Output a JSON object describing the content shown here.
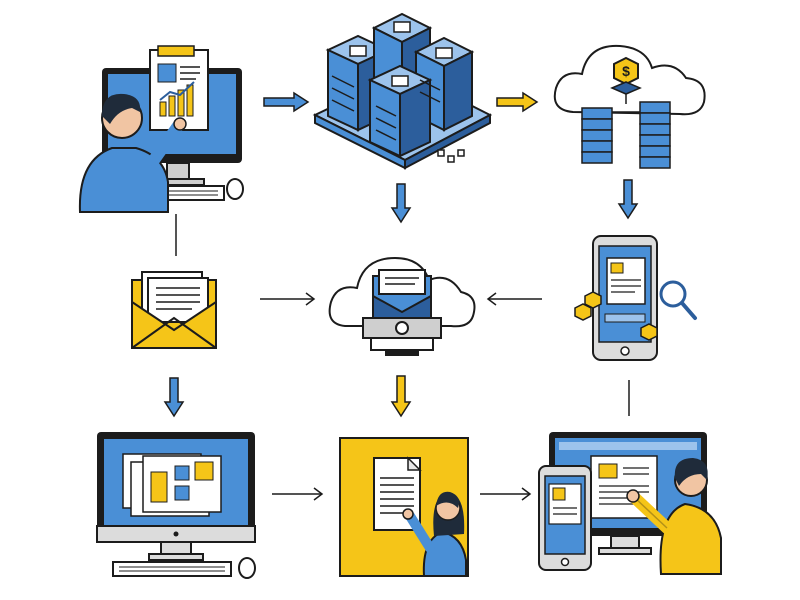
{
  "diagram": {
    "title": "",
    "colors": {
      "blue": "#4a8fd6",
      "blue_light": "#9cc3ec",
      "blue_dark": "#2c5e9c",
      "yellow": "#f5c518",
      "outline": "#1c1c1c",
      "gray": "#9a9a9a",
      "skin": "#f1c5a3",
      "hair": "#1f2b3a",
      "white": "#ffffff"
    },
    "nodes": [
      {
        "id": "person-at-computer",
        "icon": "user-at-desktop-with-report-icon"
      },
      {
        "id": "server-cluster",
        "icon": "server-rack-cluster-icon"
      },
      {
        "id": "cloud-finance",
        "icon": "cloud-with-dollar-and-databases-icon"
      },
      {
        "id": "email-envelope",
        "icon": "envelope-with-documents-icon"
      },
      {
        "id": "cloud-inbox",
        "icon": "cloud-with-inbox-tray-icon"
      },
      {
        "id": "mobile-search",
        "icon": "smartphone-with-search-icon"
      },
      {
        "id": "dashboard-monitor",
        "icon": "desktop-monitor-dashboard-icon"
      },
      {
        "id": "document-board",
        "icon": "person-at-document-board-icon"
      },
      {
        "id": "multi-device-user",
        "icon": "person-with-phone-and-monitor-icon"
      }
    ],
    "edges": [
      {
        "from": "person-at-computer",
        "to": "server-cluster",
        "style": "block-arrow",
        "color": "blue"
      },
      {
        "from": "server-cluster",
        "to": "cloud-finance",
        "style": "block-arrow",
        "color": "yellow"
      },
      {
        "from": "server-cluster",
        "to": "cloud-inbox",
        "style": "block-arrow",
        "color": "blue"
      },
      {
        "from": "cloud-finance",
        "to": "mobile-search",
        "style": "block-arrow",
        "color": "blue"
      },
      {
        "from": "person-at-computer",
        "to": "email-envelope",
        "style": "line",
        "color": "outline"
      },
      {
        "from": "email-envelope",
        "to": "cloud-inbox",
        "style": "thin-arrow",
        "color": "outline"
      },
      {
        "from": "mobile-search",
        "to": "cloud-inbox",
        "style": "thin-arrow",
        "color": "outline"
      },
      {
        "from": "email-envelope",
        "to": "dashboard-monitor",
        "style": "block-arrow",
        "color": "blue"
      },
      {
        "from": "cloud-inbox",
        "to": "document-board",
        "style": "block-arrow",
        "color": "yellow"
      },
      {
        "from": "mobile-search",
        "to": "multi-device-user",
        "style": "line",
        "color": "outline"
      },
      {
        "from": "dashboard-monitor",
        "to": "document-board",
        "style": "thin-arrow",
        "color": "outline"
      },
      {
        "from": "document-board",
        "to": "multi-device-user",
        "style": "thin-arrow",
        "color": "outline"
      }
    ]
  }
}
